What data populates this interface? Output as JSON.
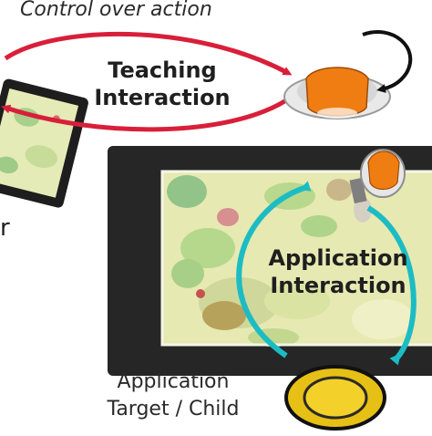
{
  "caption_top": "Control over action",
  "teaching": {
    "line1": "Teaching",
    "line2": "Interaction"
  },
  "application_interaction": {
    "line1": "Application",
    "line2": "Interaction"
  },
  "partial_label": "r",
  "target": {
    "line1": "Application",
    "line2": "Target / Child"
  },
  "colors": {
    "teaching_arrow": "#d81f3a",
    "application_arrow": "#1cbcc4",
    "robot_orange": "#f07d12",
    "screen_frame": "#262626",
    "tablet_frame": "#1e1e1e",
    "target_yellow": "#e6c015"
  }
}
